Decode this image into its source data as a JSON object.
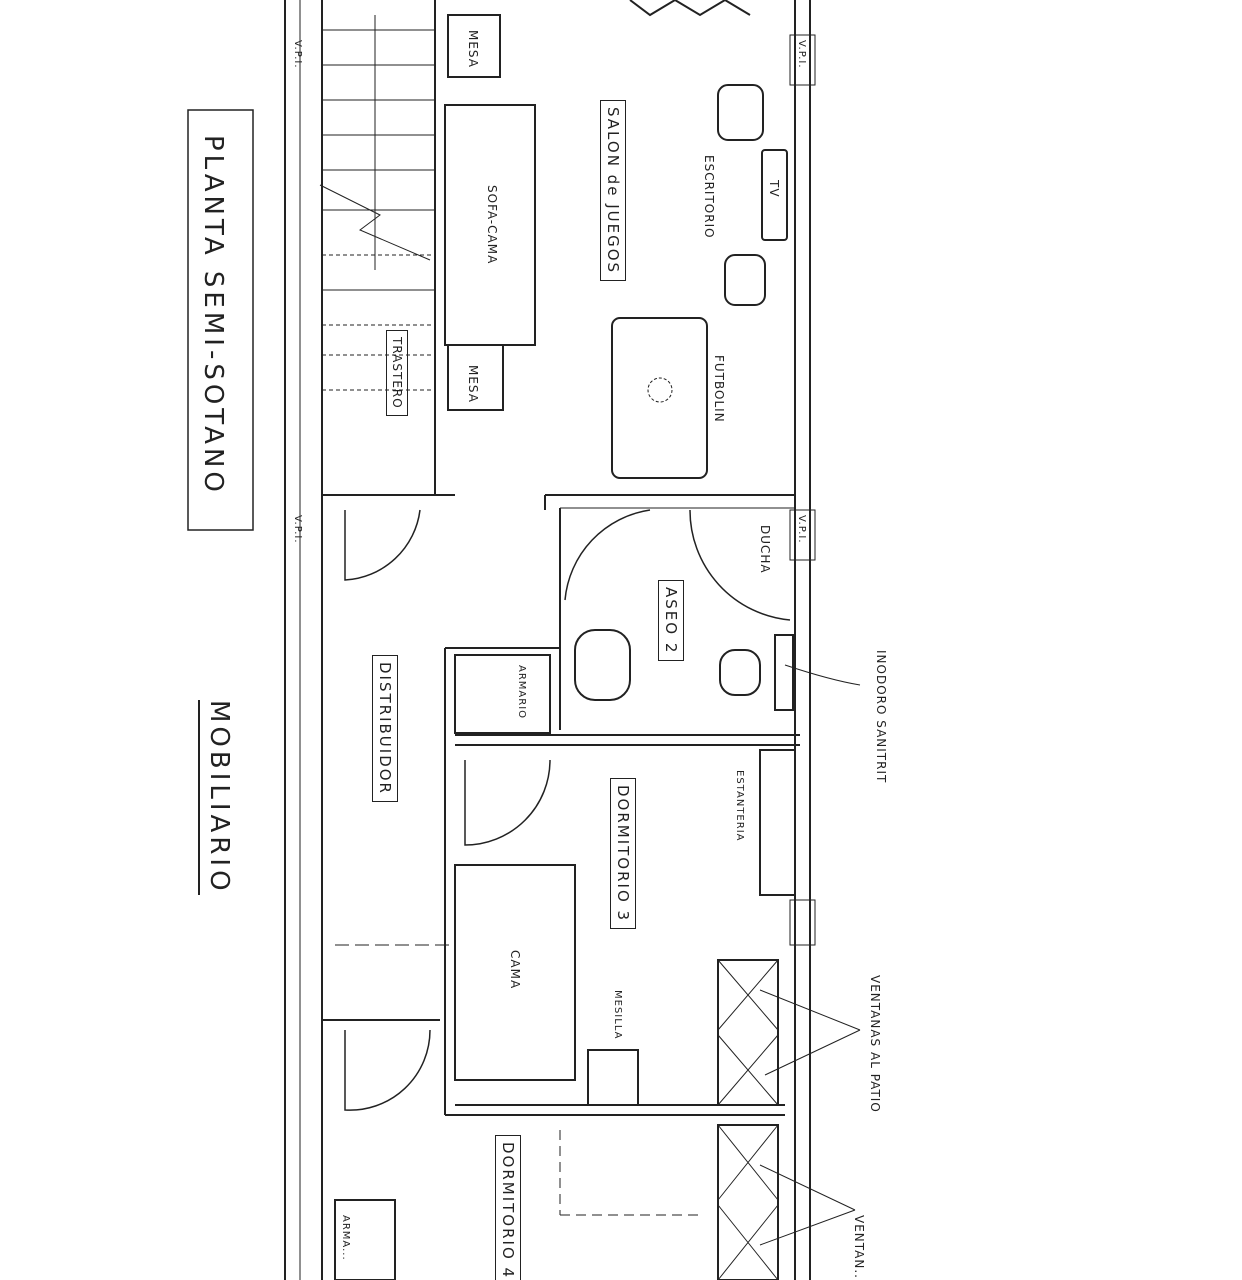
{
  "title": "PLANTA SEMI-SOTANO",
  "subtitle": "MOBILIARIO",
  "rooms": {
    "salon": "SALON de JUEGOS",
    "aseo": "ASEO 2",
    "distribuidor": "DISTRIBUIDOR",
    "dormitorio3": "DORMITORIO 3",
    "dormitorio4": "DORMITORIO 4",
    "trastero": "TRASTERO"
  },
  "furniture": {
    "mesa1": "MESA",
    "mesa2": "MESA",
    "sofa": "SOFA-CAMA",
    "escritorio": "ESCRITORIO",
    "tv": "TV",
    "futbolin": "FUTBOLIN",
    "ducha": "DUCHA",
    "armario": "ARMARIO",
    "armario2": "ARMA...",
    "estanteria": "ESTANTERIA",
    "cama": "CAMA",
    "mesilla": "MESILLA"
  },
  "annotations": {
    "inodoro": "INODORO SANITRIT",
    "ventanas1": "VENTANAS AL PATIO",
    "ventanas2": "VENTAN...",
    "vpi1": "V.P.I.",
    "vpi2": "V.P.I.",
    "vpi3": "V.P.I.",
    "vpi4": "V.P.I."
  }
}
